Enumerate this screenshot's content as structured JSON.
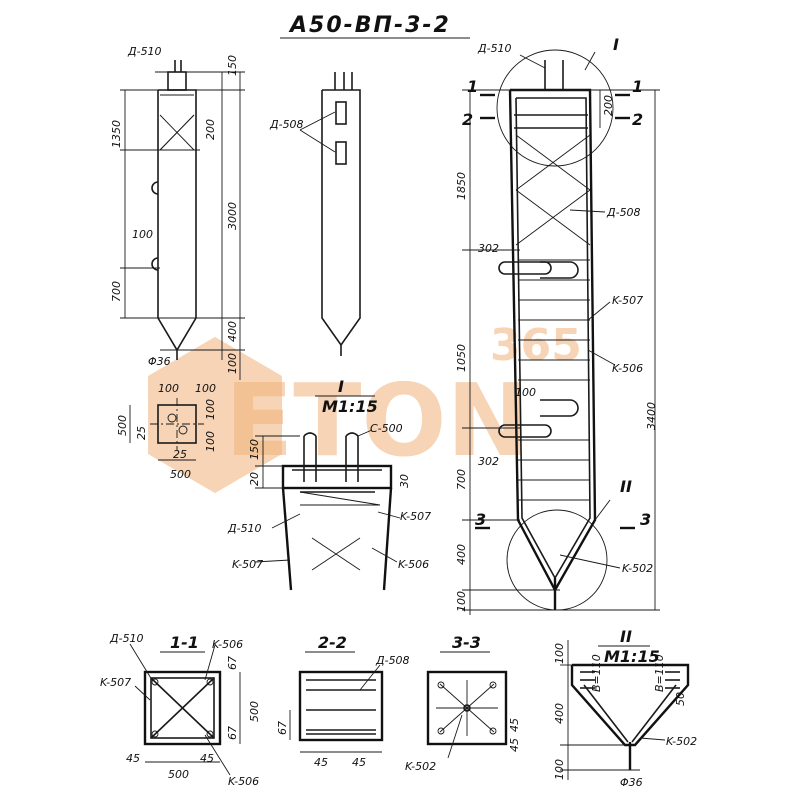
{
  "title": "A50-ВП-3-2",
  "watermark": {
    "brand": "ETON",
    "number": "365",
    "color": "#f5a25d"
  },
  "left_view": {
    "callout": "Д-510",
    "dims": [
      "150",
      "1350",
      "200",
      "3000",
      "100",
      "700",
      "400",
      "100"
    ],
    "tip": "Φ36"
  },
  "middle_view": {
    "callout": "Д-508"
  },
  "right_view": {
    "callouts": [
      "Д-510",
      "Д-508",
      "K-507",
      "K-506",
      "K-502"
    ],
    "section_marks": [
      "1",
      "1",
      "2",
      "2",
      "3",
      "3",
      "I",
      "II"
    ],
    "dims": [
      "200",
      "1850",
      "1050",
      "700",
      "400",
      "100",
      "3400",
      "100"
    ],
    "loops": [
      "302",
      "302"
    ]
  },
  "cross_section_small": {
    "dims": [
      "100",
      "100",
      "100",
      "500",
      "100",
      "25",
      "25",
      "500"
    ]
  },
  "detail_I": {
    "label": "I",
    "scale": "M1:15",
    "callouts": [
      "C-500",
      "K-507",
      "Д-510",
      "K-507",
      "K-506"
    ],
    "dims": [
      "150",
      "20",
      "30"
    ]
  },
  "section_1_1": {
    "label": "1-1",
    "callouts": [
      "Д-510",
      "K-506",
      "K-507",
      "K-506"
    ],
    "dims": [
      "67",
      "500",
      "67",
      "45",
      "500",
      "45"
    ]
  },
  "section_2_2": {
    "label": "2-2",
    "callouts": [
      "Д-508"
    ],
    "dims": [
      "67",
      "45",
      "45"
    ]
  },
  "section_3_3": {
    "label": "3-3",
    "callouts": [
      "K-502"
    ],
    "dims": [
      "45",
      "45"
    ]
  },
  "detail_II": {
    "label": "II",
    "scale": "M1:15",
    "callouts": [
      "K-502"
    ],
    "dims": [
      "100",
      "В=110",
      "В=110",
      "400",
      "100",
      "50"
    ],
    "tip": "Φ36"
  }
}
